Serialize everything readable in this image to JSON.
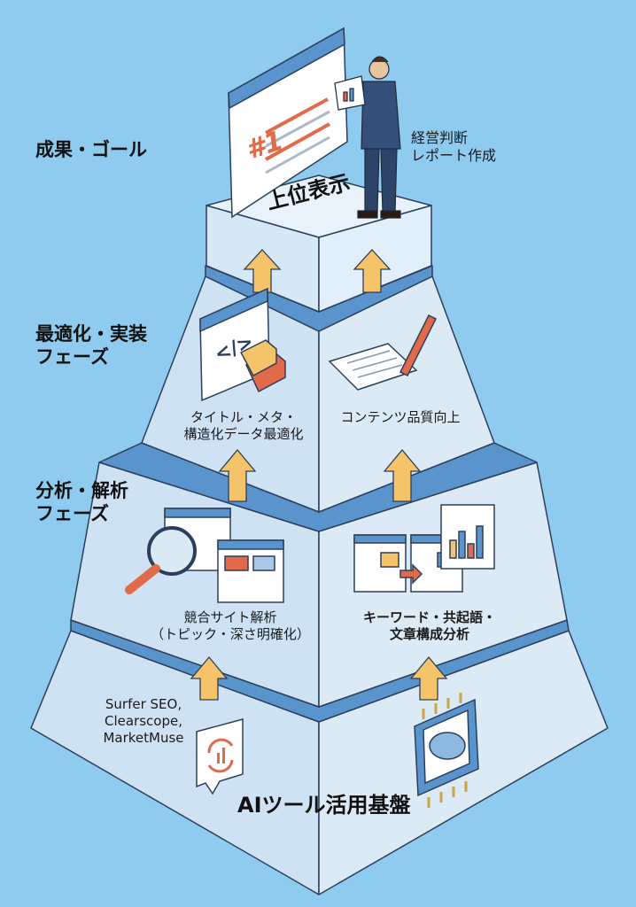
{
  "phases": {
    "goal": "成果・ゴール",
    "optimize_1": "最適化・実装",
    "optimize_2": "フェーズ",
    "analysis_1": "分析・解析",
    "analysis_2": "フェーズ"
  },
  "top": {
    "rank_badge": "#1",
    "title": "上位表示",
    "management_1": "経営判断",
    "management_2": "レポート作成"
  },
  "optimize": {
    "left_1": "タイトル・メタ・",
    "left_2": "構造化データ最適化",
    "right": "コンテンツ品質向上",
    "code_glyph": "</>"
  },
  "analysis": {
    "left_1": "競合サイト解析",
    "left_2": "（トピック・深さ明確化）",
    "right_1": "キーワード・共起語・",
    "right_2": "文章構成分析"
  },
  "base": {
    "tools_1": "Surfer SEO,",
    "tools_2": "Clearscope,",
    "tools_3": "MarketMuse",
    "title": "AIツール活用基盤"
  },
  "colors": {
    "background": "#8fcbef",
    "band": "#5a94cc",
    "face_left": "#cfe2f3",
    "face_right": "#dceaf6",
    "arrow": "#f5c46a",
    "accent_red": "#e06a4a"
  }
}
